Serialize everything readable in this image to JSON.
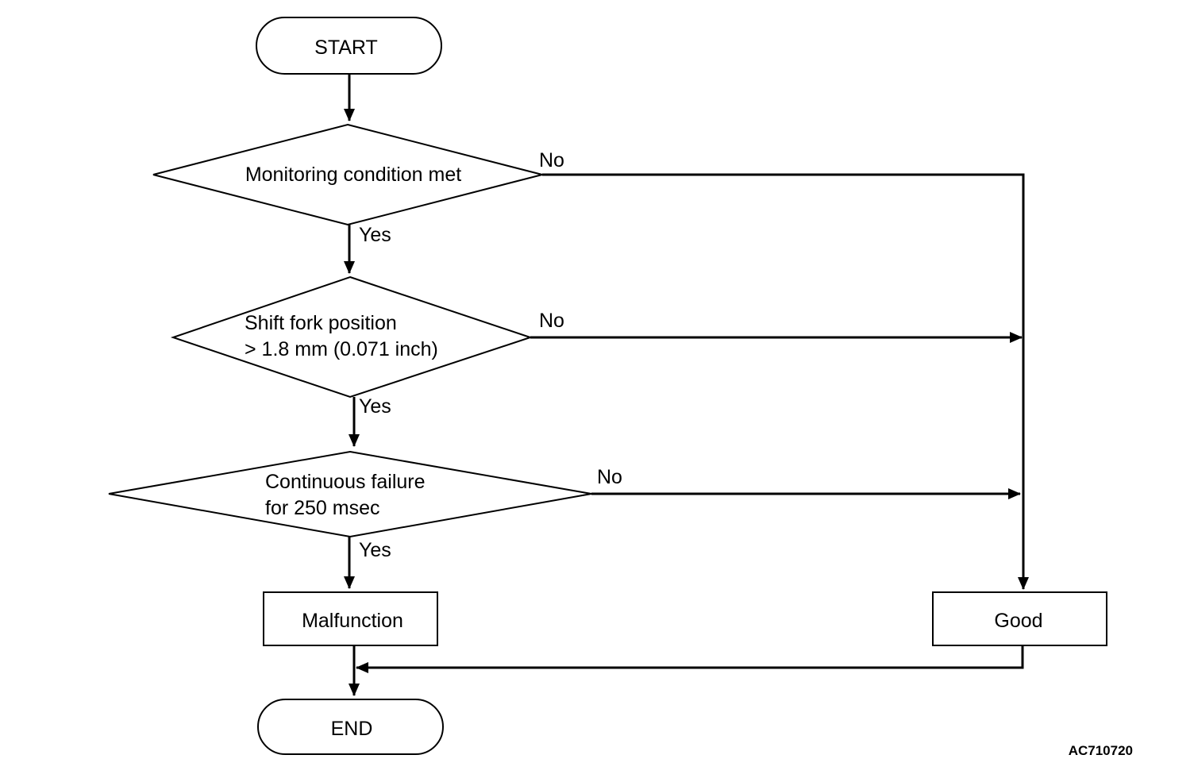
{
  "nodes": {
    "start": "START",
    "decision_monitoring": "Monitoring condition met",
    "decision_shift_fork_line1": "Shift fork position",
    "decision_shift_fork_line2": "> 1.8 mm (0.071 inch)",
    "decision_continuous_line1": "Continuous failure",
    "decision_continuous_line2": "for 250 msec",
    "malfunction": "Malfunction",
    "good": "Good",
    "end": "END"
  },
  "labels": {
    "yes": "Yes",
    "no": "No"
  },
  "figure_id": "AC710720"
}
